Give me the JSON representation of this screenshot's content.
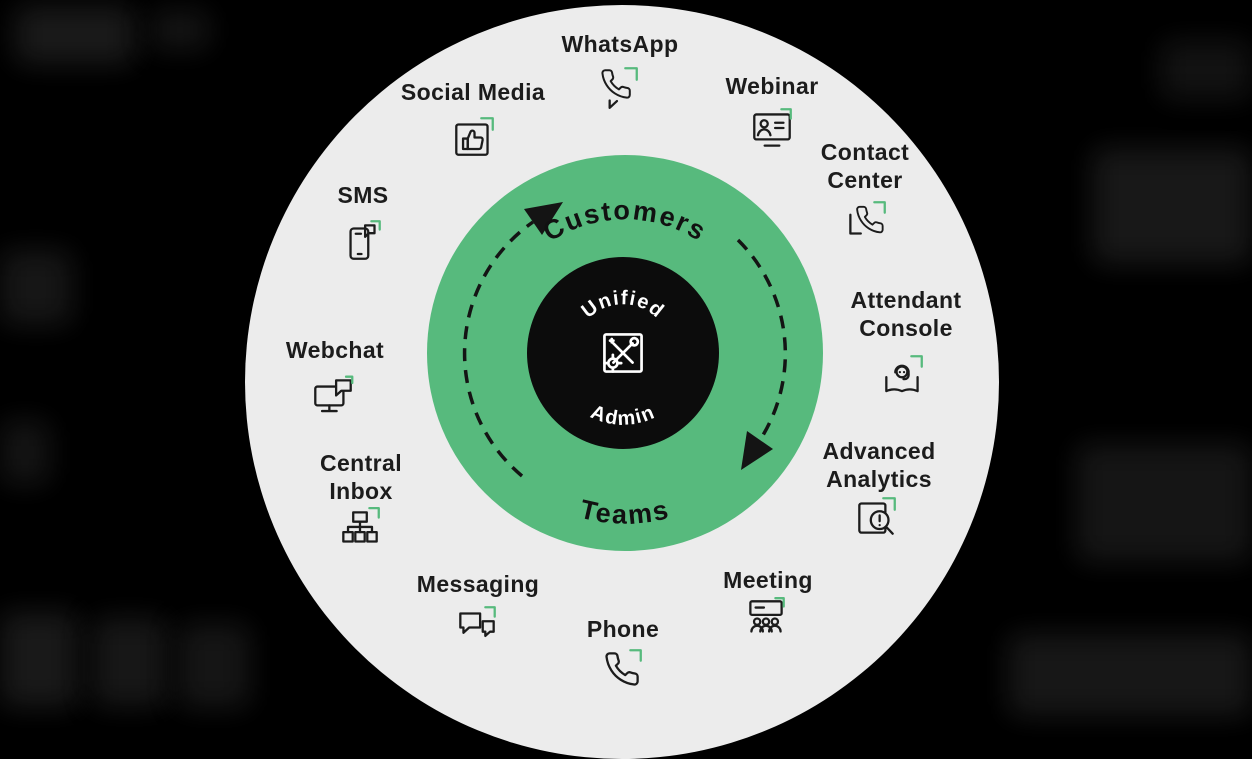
{
  "diagram": {
    "core": {
      "top_label": "Unified",
      "bottom_label": "Admin",
      "icon": "admin-tools-icon",
      "bg_color": "#0c0c0c",
      "text_color": "#ffffff"
    },
    "ring": {
      "top_label": "Customers",
      "bottom_label": "Teams",
      "color": "#57ba7d",
      "text_color": "#111111",
      "flow_direction": "clockwise"
    },
    "outer_circle_color": "#ececec",
    "accent_green": "#57ba7d",
    "icon_stroke_color": "#1c1c1c",
    "items": [
      {
        "label": "WhatsApp",
        "icon": "whatsapp-phone-icon"
      },
      {
        "label": "Social Media",
        "icon": "social-media-thumbs-up-icon"
      },
      {
        "label": "Webinar",
        "icon": "webinar-screen-icon"
      },
      {
        "label": "Contact Center",
        "icon": "contact-center-phone-icon"
      },
      {
        "label": "SMS",
        "icon": "sms-mobile-icon"
      },
      {
        "label": "Attendant Console",
        "icon": "attendant-console-agent-icon"
      },
      {
        "label": "Webchat",
        "icon": "webchat-monitor-icon"
      },
      {
        "label": "Advanced Analytics",
        "icon": "advanced-analytics-magnifier-icon"
      },
      {
        "label": "Central Inbox",
        "icon": "central-inbox-org-icon"
      },
      {
        "label": "Meeting",
        "icon": "meeting-group-icon"
      },
      {
        "label": "Messaging",
        "icon": "messaging-bubbles-icon"
      },
      {
        "label": "Phone",
        "icon": "phone-handset-icon"
      }
    ]
  }
}
